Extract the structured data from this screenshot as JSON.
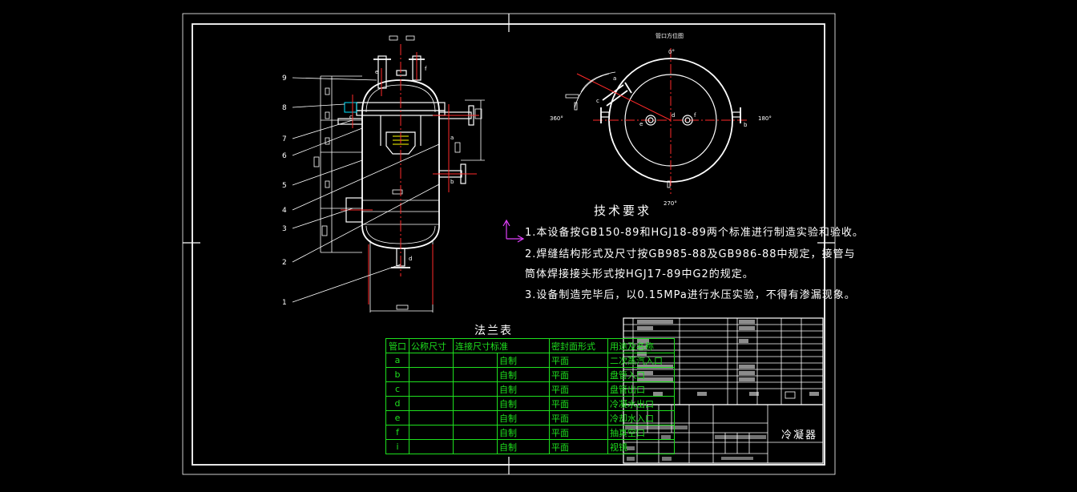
{
  "drawing": {
    "nozzle_diagram_title": "管口方位图",
    "angles": [
      "0°",
      "360°",
      "180°",
      "270°"
    ],
    "nozzle_letters": [
      "a",
      "b",
      "c",
      "d",
      "e",
      "f"
    ],
    "part_numbers": [
      "9",
      "8",
      "7",
      "6",
      "5",
      "4",
      "3",
      "2",
      "1"
    ]
  },
  "requirements": {
    "title": "技术要求",
    "items": [
      "1.本设备按GB150-89和HGJ18-89两个标准进行制造实验和验收。",
      "2.焊缝结构形式及尺寸按GB985-88及GB986-88中规定，接管与",
      "  筒体焊接接头形式按HGJ17-89中G2的规定。",
      "3.设备制造完毕后，以0.15MPa进行水压实验，不得有渗漏现象。"
    ]
  },
  "flange_table": {
    "title": "法兰表",
    "headers": [
      "管口",
      "公称尺寸",
      "连接尺寸标准",
      "密封面形式",
      "用途及名称"
    ],
    "rows": [
      {
        "code": "a",
        "standard": "自制",
        "face": "平面",
        "use": "二次蒸汽入口"
      },
      {
        "code": "b",
        "standard": "自制",
        "face": "平面",
        "use": "盘管入口"
      },
      {
        "code": "c",
        "standard": "自制",
        "face": "平面",
        "use": "盘管出口"
      },
      {
        "code": "d",
        "standard": "自制",
        "face": "平面",
        "use": "冷凝水出口"
      },
      {
        "code": "e",
        "standard": "自制",
        "face": "平面",
        "use": "冷却水入口"
      },
      {
        "code": "f",
        "standard": "自制",
        "face": "平面",
        "use": "抽真空口"
      },
      {
        "code": "i",
        "standard": "自制",
        "face": "平面",
        "use": "视镜"
      }
    ]
  },
  "title_block": {
    "name": "冷凝器"
  },
  "colors": {
    "background": "#000000",
    "line": "#ffffff",
    "center_line": "#ff2a2a",
    "table": "#1ee01e",
    "accent": "#e040fb"
  }
}
